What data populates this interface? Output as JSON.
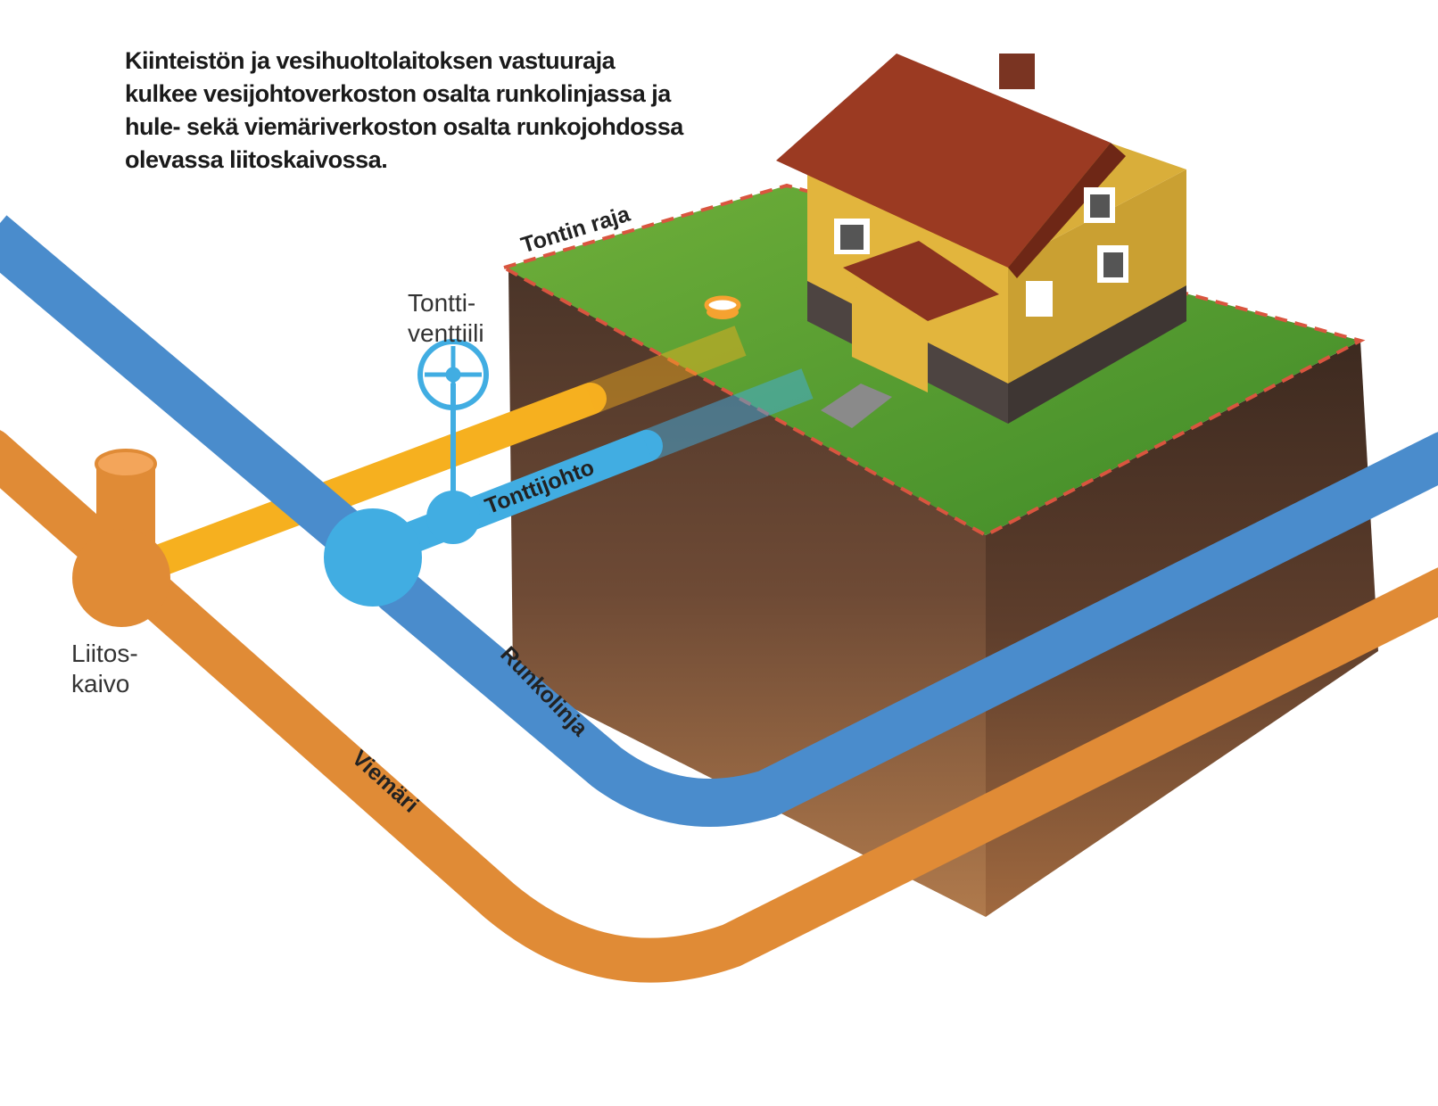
{
  "intro_text": [
    "Kiinteistön ja vesihuoltolaitoksen vastuuraja",
    "kulkee vesijohtoverkoston osalta runkolinjassa ja",
    "hule- sekä viemäriverkoston osalta runkojohdossa",
    "olevassa liitoskaivossa."
  ],
  "labels": {
    "tontin_raja": "Tontin raja",
    "tonttiventtiili": [
      "Tontti-",
      "venttiili"
    ],
    "tonttijohto": "Tonttijohto",
    "liitoskaivo": [
      "Liitos-",
      "kaivo"
    ],
    "runkolinja": "Runkolinja",
    "viemari": "Viemäri"
  },
  "colors": {
    "water_main": "#4a8ccc",
    "water_service": "#41ade2",
    "sewer": "#e08b36",
    "storm": "#f6b01f",
    "boundary": "#d9553f",
    "grass": "#5a9a32",
    "soil": "#6b4a35"
  }
}
